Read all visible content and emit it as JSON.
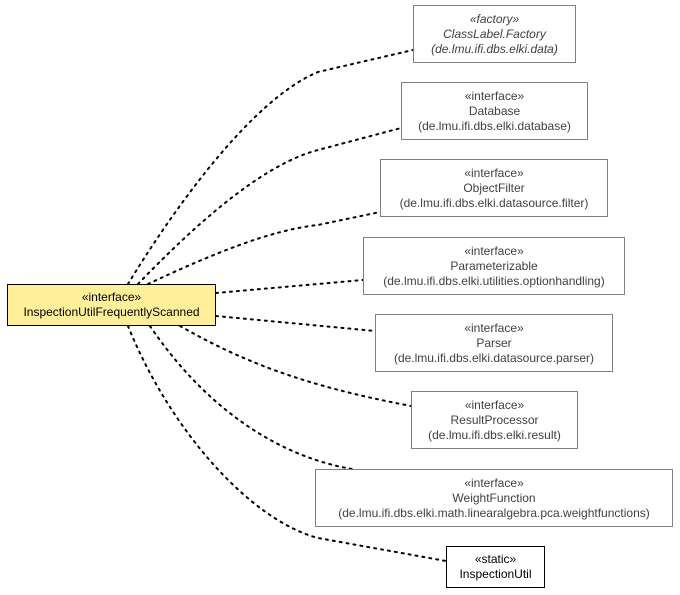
{
  "diagram": {
    "main": {
      "stereotype": "«interface»",
      "name": "InspectionUtilFrequentlyScanned",
      "fill": "#ffef99"
    },
    "targets": [
      {
        "stereotype": "«factory»",
        "name": "ClassLabel.Factory",
        "package": "(de.lmu.ifi.dbs.elki.data)",
        "italic": true
      },
      {
        "stereotype": "«interface»",
        "name": "Database",
        "package": "(de.lmu.ifi.dbs.elki.database)"
      },
      {
        "stereotype": "«interface»",
        "name": "ObjectFilter",
        "package": "(de.lmu.ifi.dbs.elki.datasource.filter)"
      },
      {
        "stereotype": "«interface»",
        "name": "Parameterizable",
        "package": "(de.lmu.ifi.dbs.elki.utilities.optionhandling)"
      },
      {
        "stereotype": "«interface»",
        "name": "Parser",
        "package": "(de.lmu.ifi.dbs.elki.datasource.parser)"
      },
      {
        "stereotype": "«interface»",
        "name": "ResultProcessor",
        "package": "(de.lmu.ifi.dbs.elki.result)"
      },
      {
        "stereotype": "«interface»",
        "name": "WeightFunction",
        "package": "(de.lmu.ifi.dbs.elki.math.linearalgebra.pca.weightfunctions)"
      },
      {
        "stereotype": "«static»",
        "name": "InspectionUtil",
        "package": "",
        "strong": true
      }
    ],
    "edge_style": "dotted",
    "colors": {
      "main_border": "#000000",
      "box_border": "#808080",
      "edge": "#000000"
    }
  }
}
